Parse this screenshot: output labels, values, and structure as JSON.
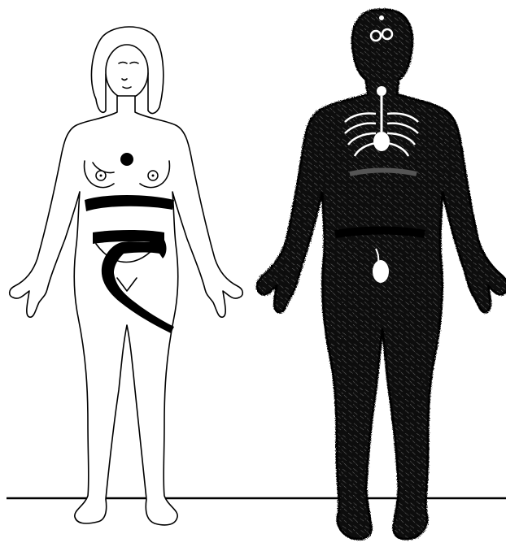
{
  "colors": {
    "background": "#ffffff",
    "ink": "#000000",
    "body_fill": "#ffffff",
    "silhouette_fill": "#111111",
    "highlight": "#ffffff"
  },
  "figures": [
    {
      "id": "female-figure",
      "style": "outline drawing",
      "markings": [
        "sternum-dot",
        "left-breast-circle",
        "right-breast-circle",
        "upper-abdomen-band",
        "waist-band",
        "pelvic-sash"
      ]
    },
    {
      "id": "dark-silhouette",
      "style": "black stippled silhouette with white highlights",
      "markings": [
        "forehead-points",
        "throat-point",
        "heart-point",
        "ribcage-lines",
        "abdomen-band",
        "waist-band",
        "pelvis-point"
      ]
    }
  ],
  "ground_line": true
}
